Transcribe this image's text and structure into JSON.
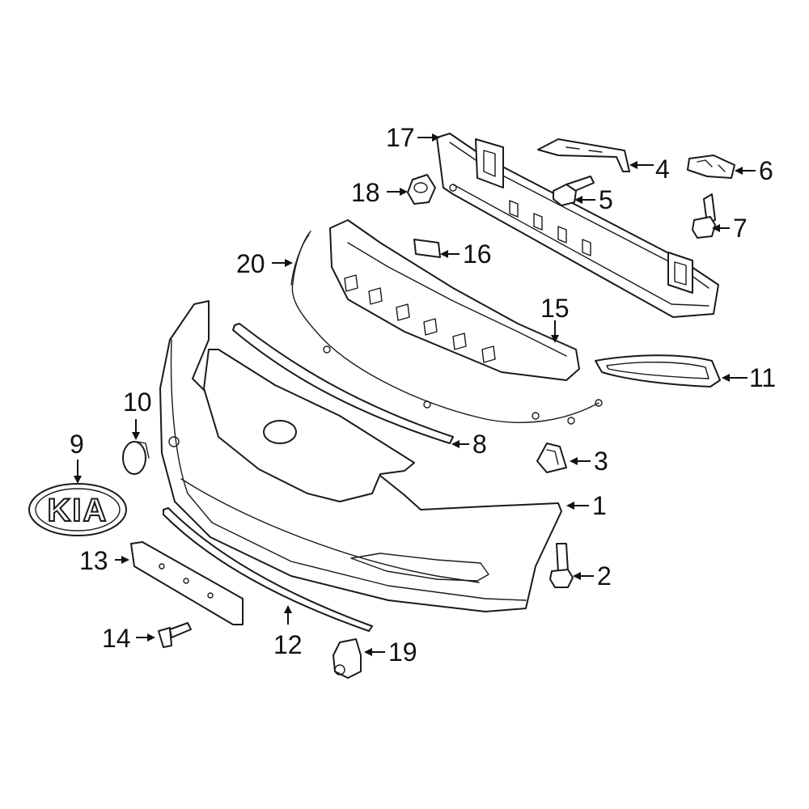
{
  "diagram": {
    "brand_logo_text": "KIA",
    "callouts": [
      {
        "id": "1",
        "label": "1"
      },
      {
        "id": "2",
        "label": "2"
      },
      {
        "id": "3",
        "label": "3"
      },
      {
        "id": "4",
        "label": "4"
      },
      {
        "id": "5",
        "label": "5"
      },
      {
        "id": "6",
        "label": "6"
      },
      {
        "id": "7",
        "label": "7"
      },
      {
        "id": "8",
        "label": "8"
      },
      {
        "id": "9",
        "label": "9"
      },
      {
        "id": "10",
        "label": "10"
      },
      {
        "id": "11",
        "label": "11"
      },
      {
        "id": "12",
        "label": "12"
      },
      {
        "id": "13",
        "label": "13"
      },
      {
        "id": "14",
        "label": "14"
      },
      {
        "id": "15",
        "label": "15"
      },
      {
        "id": "16",
        "label": "16"
      },
      {
        "id": "17",
        "label": "17"
      },
      {
        "id": "18",
        "label": "18"
      },
      {
        "id": "19",
        "label": "19"
      },
      {
        "id": "20",
        "label": "20"
      }
    ]
  }
}
